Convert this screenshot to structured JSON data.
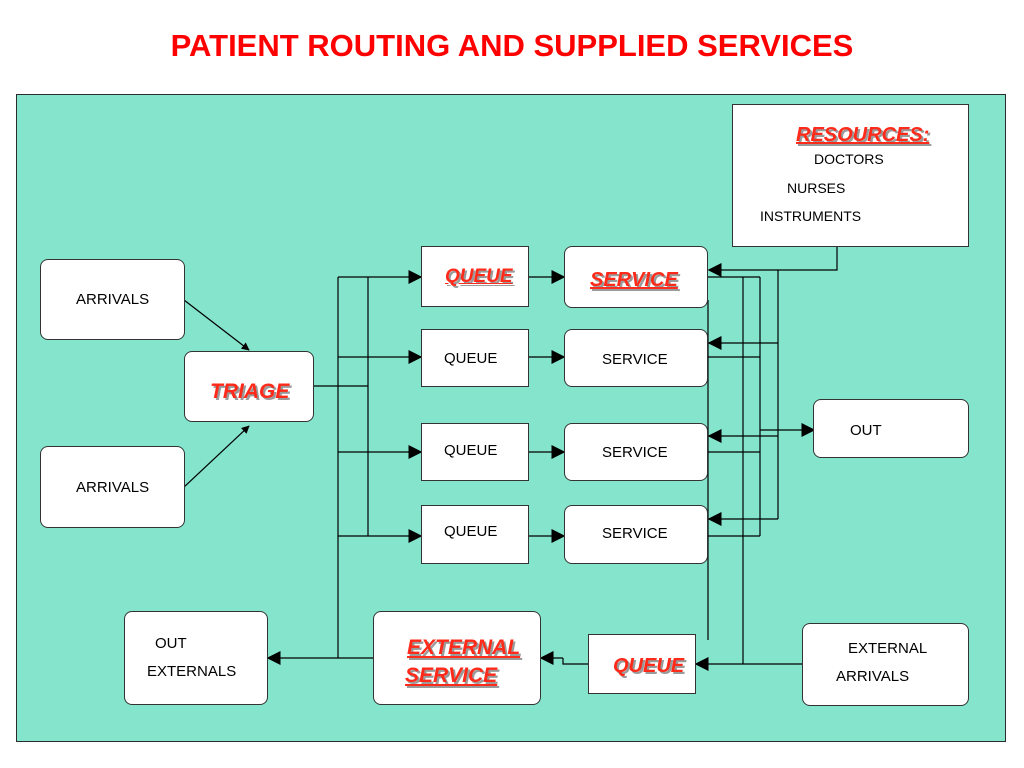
{
  "title": "PATIENT ROUTING AND SUPPLIED SERVICES",
  "colors": {
    "panel": "#84e4cc",
    "title": "#ff0000",
    "highlight": "#ff2a1a",
    "line": "#000000"
  },
  "arrivals": [
    "ARRIVALS",
    "ARRIVALS"
  ],
  "triage": "TRIAGE",
  "queues": [
    "QUEUE",
    "QUEUE",
    "QUEUE",
    "QUEUE"
  ],
  "services": [
    "SERVICE",
    "SERVICE",
    "SERVICE",
    "SERVICE"
  ],
  "resources": {
    "title": "RESOURCES:",
    "items": [
      "DOCTORS",
      "NURSES",
      "INSTRUMENTS"
    ]
  },
  "out": "OUT",
  "out_externals": [
    "OUT",
    "EXTERNALS"
  ],
  "external_service": [
    "EXTERNAL",
    "SERVICE"
  ],
  "external_queue": "QUEUE",
  "external_arrivals": [
    "EXTERNAL",
    "ARRIVALS"
  ]
}
